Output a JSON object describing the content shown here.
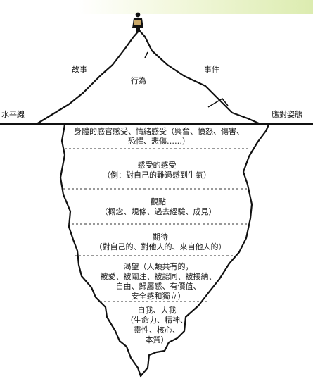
{
  "labels": {
    "waterline_left": "水平線",
    "coping_right": "應對姿態",
    "story": "故事",
    "behavior": "行為",
    "event": "事件"
  },
  "layers": [
    {
      "line1": "身體的感官感受、情緒感受（興奮、憤怒、傷害、",
      "line2": "恐懼、悲傷……）"
    },
    {
      "line1": "感受的感受",
      "line2": "（例：對自己的難過感到生氣）"
    },
    {
      "line1": "觀點",
      "line2": "（概念、規條、過去經驗、成見）"
    },
    {
      "line1": "期待",
      "line2": "（對自己的、對他人的、來自他人的）"
    },
    {
      "line1": "渴望（人類共有的，",
      "line2": "被愛、被關注、被認同、被接納、",
      "line3": "自由、歸屬感、有價值、",
      "line4": "安全感和獨立）"
    },
    {
      "line1": "自我、大我",
      "line2": "（生命力、精神、",
      "line3": "靈性、核心、",
      "line4": "本質）"
    }
  ]
}
